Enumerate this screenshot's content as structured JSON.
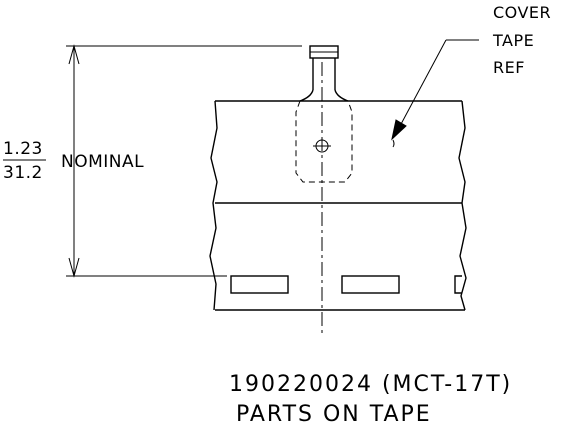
{
  "callout": {
    "line1": "COVER",
    "line2": "TAPE",
    "line3": "REF"
  },
  "dimension": {
    "inches": "1.23",
    "millimeters": "31.2",
    "note": "NOMINAL"
  },
  "caption": {
    "part_number": "190220024 (MCT-17T)",
    "description": "PARTS ON TAPE"
  }
}
